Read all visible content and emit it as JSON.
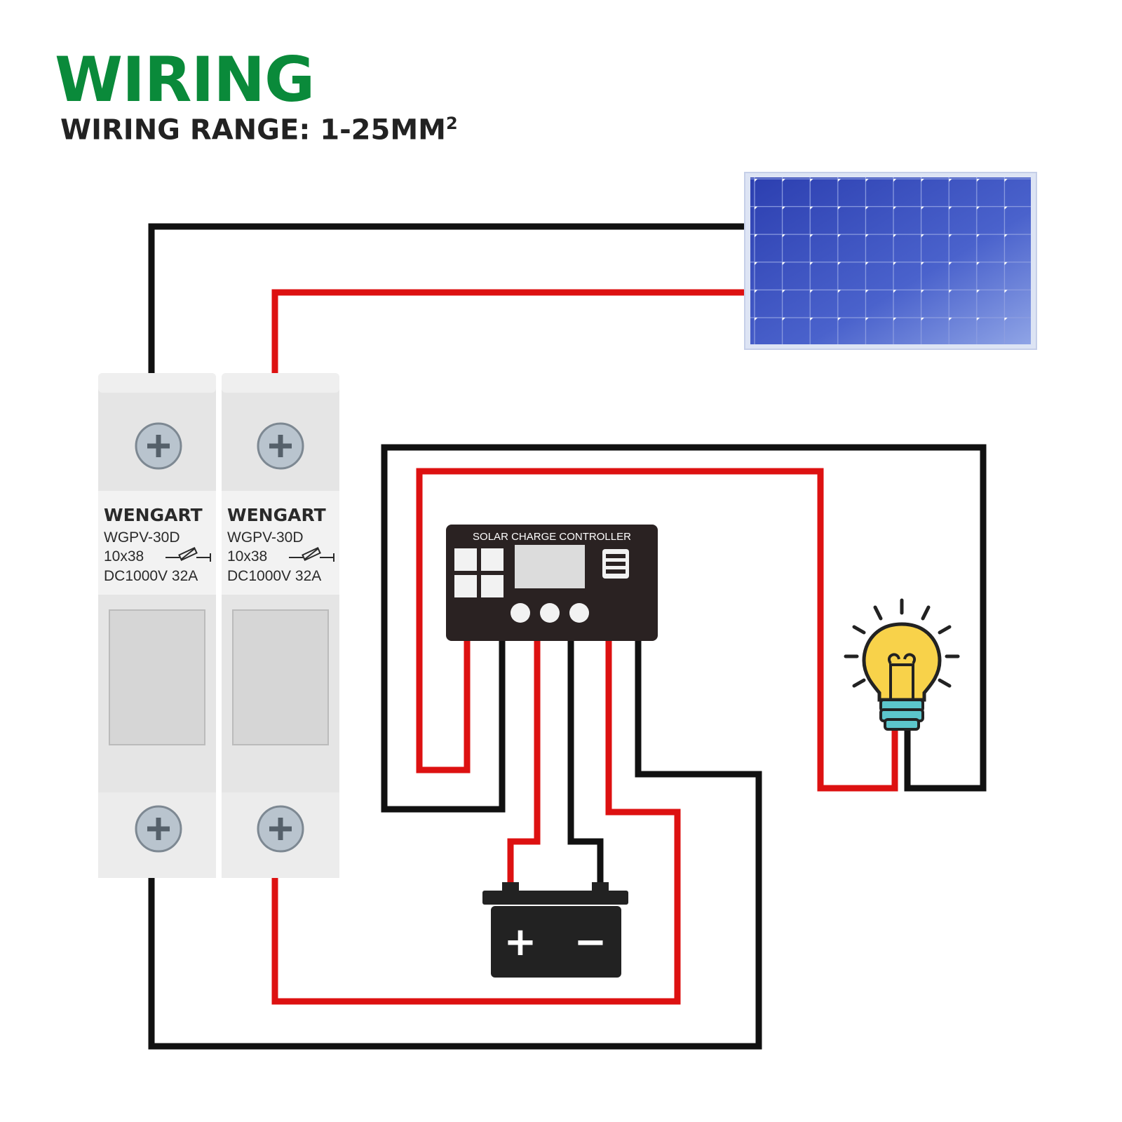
{
  "header": {
    "title": "WIRING",
    "subtitle": "WIRING RANGE: 1-25MM",
    "subtitle_superscript": "2"
  },
  "fuses": [
    {
      "brand": "WENGART",
      "model": "WGPV-30D",
      "size": "10x38",
      "rating": "DC1000V  32A"
    },
    {
      "brand": "WENGART",
      "model": "WGPV-30D",
      "size": "10x38",
      "rating": "DC1000V  32A"
    }
  ],
  "controller": {
    "label": "SOLAR CHARGE CONTROLLER"
  },
  "battery": {
    "positive_symbol": "+",
    "negative_symbol": "−"
  },
  "colors": {
    "title_green": "#0a8a3a",
    "wire_positive": "#dd1111",
    "wire_negative": "#111111",
    "panel_blue": "#3a4fc0",
    "controller_body": "#2a2222",
    "fuse_body": "#e3e3e3",
    "bulb_yellow": "#f8d24a",
    "bulb_base": "#5cc6cc"
  },
  "icons": {
    "solar_panel": "solar-panel-icon",
    "battery": "battery-icon",
    "bulb": "light-bulb-icon",
    "fuse": "fuse-holder-icon",
    "controller": "charge-controller-icon"
  }
}
